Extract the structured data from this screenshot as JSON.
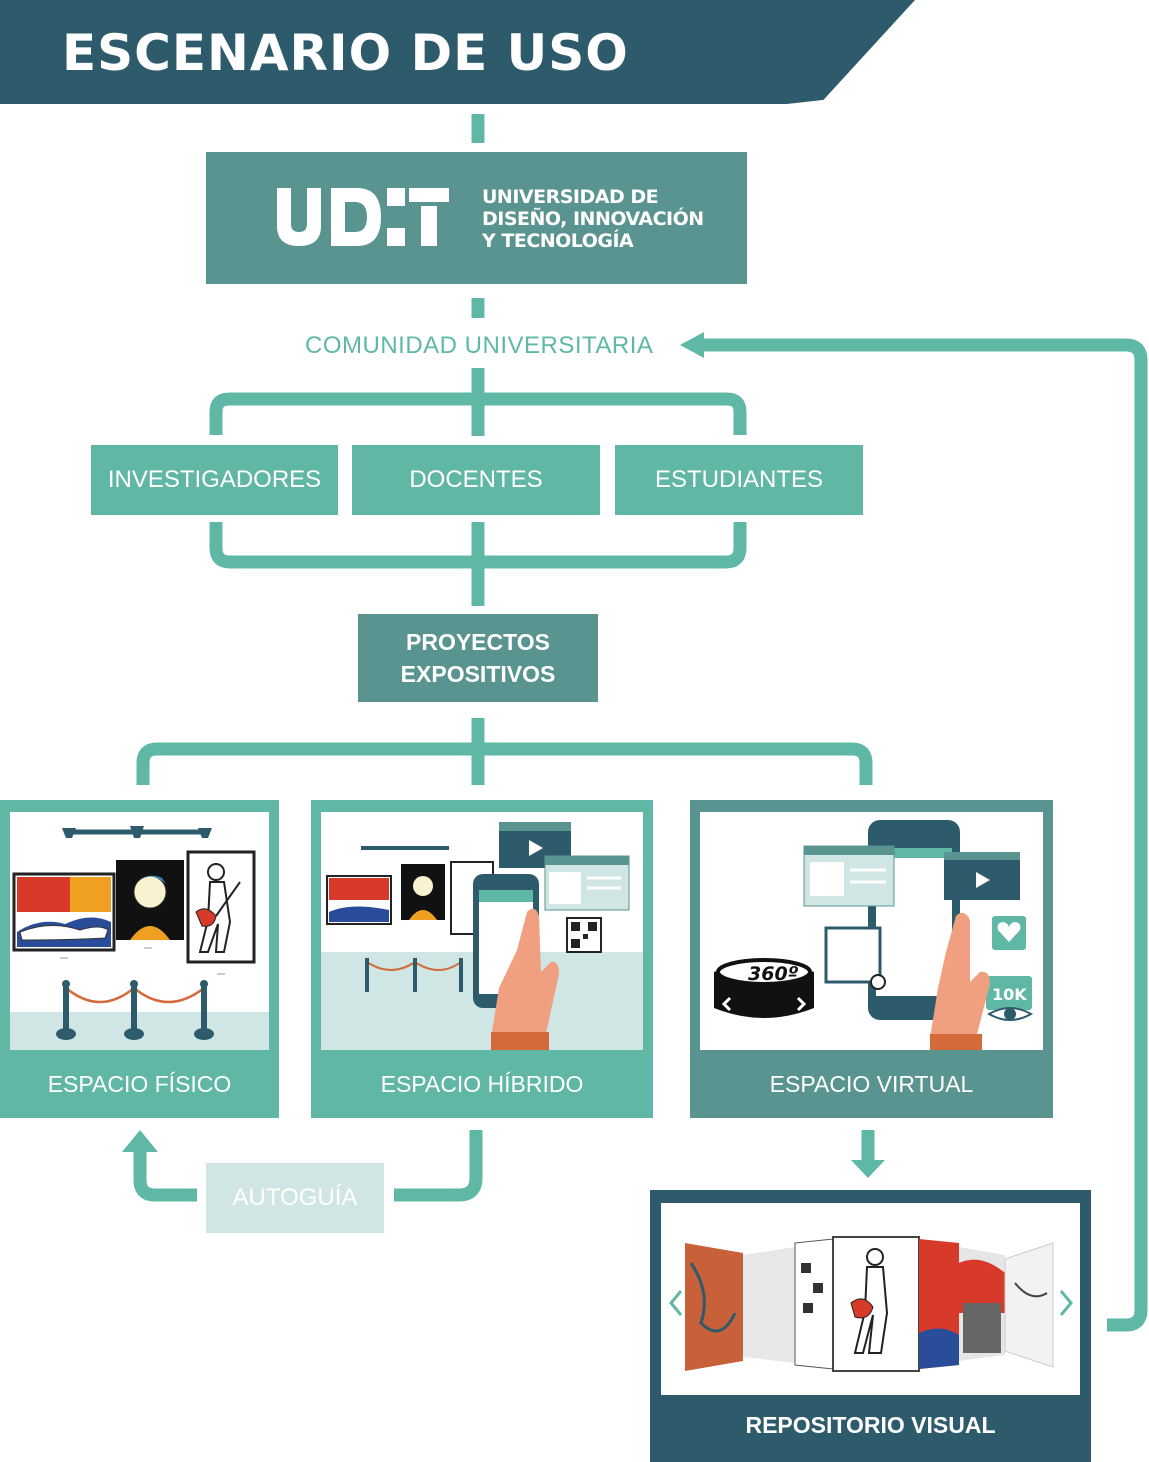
{
  "title": "ESCENARIO DE USO",
  "university": {
    "logo_text": "UDIT",
    "name_lines": [
      "UNIVERSIDAD DE",
      "DISEÑO, INNOVACIÓN",
      "Y TECNOLOGÍA"
    ]
  },
  "community": "COMUNIDAD UNIVERSITARIA",
  "roles": [
    "INVESTIGADORES",
    "DOCENTES",
    "ESTUDIANTES"
  ],
  "projects": [
    "PROYECTOS",
    "EXPOSITIVOS"
  ],
  "spaces": [
    {
      "label": "ESPACIO FÍSICO"
    },
    {
      "label": "ESPACIO HÍBRIDO"
    },
    {
      "label": "ESPACIO VIRTUAL",
      "badges": [
        "360º",
        "10K"
      ]
    }
  ],
  "autoguide": "AUTOGUÍA",
  "repository": "REPOSITORIO VISUAL",
  "colors": {
    "dark_teal": "#2e5b6b",
    "mid_teal": "#5a9490",
    "light_teal": "#61b7a5",
    "pale_teal": "#cfe6e4",
    "connector": "#5fb8a6"
  }
}
